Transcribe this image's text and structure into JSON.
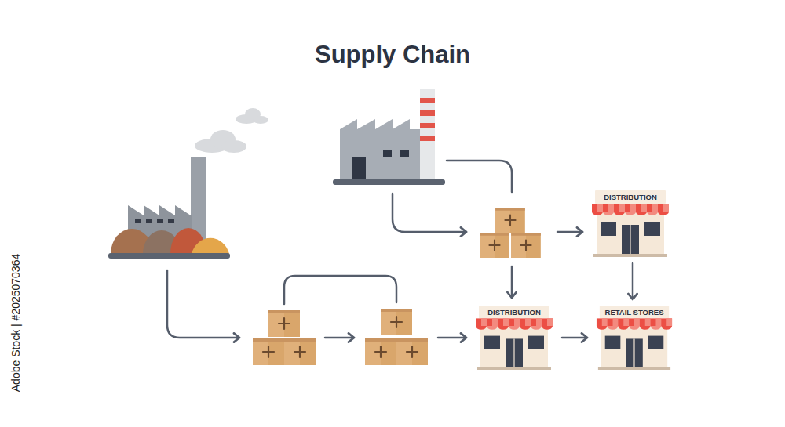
{
  "diagram": {
    "title": "Supply Chain",
    "nodes": [
      {
        "text": [
          "DISTRIBUTION"
        ]
      },
      {
        "text": [
          "DISTRIBUTION"
        ]
      },
      {
        "text": [
          "RETAIL STORES"
        ]
      }
    ],
    "edges": [
      {
        "from": 0,
        "to": 2,
        "arrow": "to"
      },
      {
        "from": 1,
        "to": 2,
        "arrow": "to"
      }
    ],
    "labels": [
      "Adobe Stock | #2025070364"
    ]
  }
}
